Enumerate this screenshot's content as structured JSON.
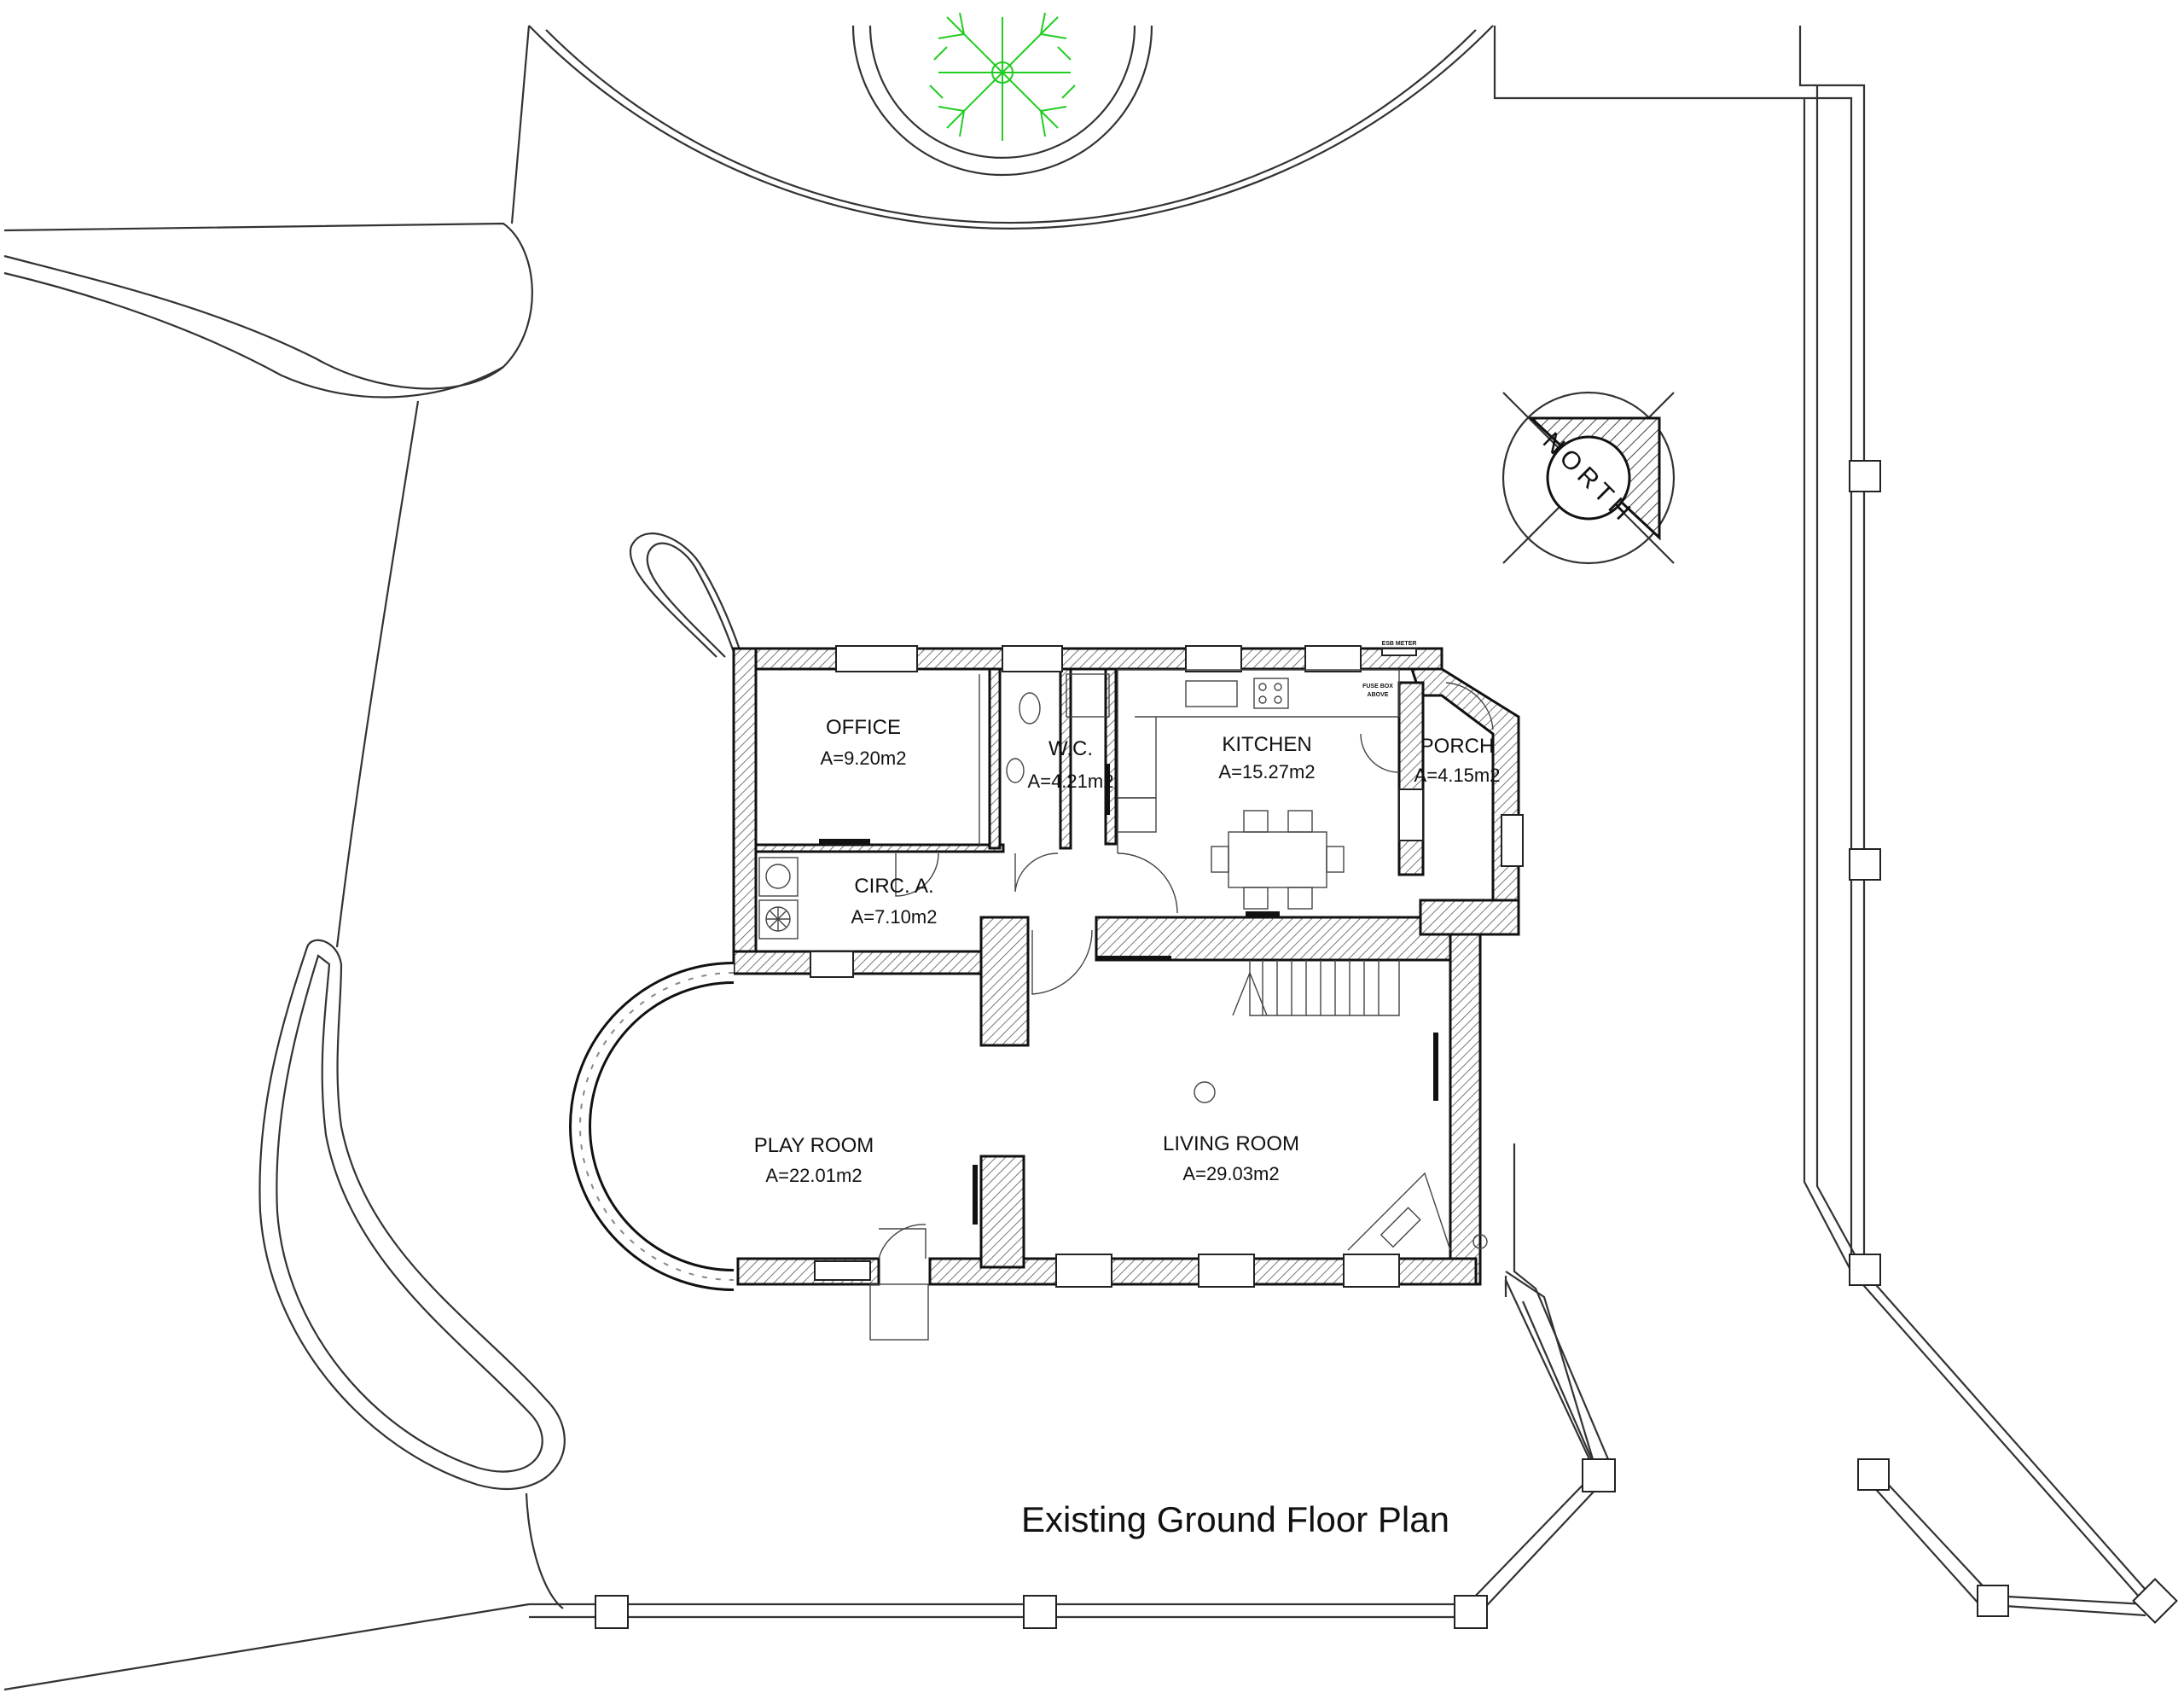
{
  "title": "Existing Ground Floor Plan",
  "north_label": "NORTH",
  "rooms": [
    {
      "name": "OFFICE",
      "area": "A=9.20m2"
    },
    {
      "name": "W.C.",
      "area": "A=4.21m2"
    },
    {
      "name": "KITCHEN",
      "area": "A=15.27m2"
    },
    {
      "name": "PORCH",
      "area": "A=4.15m2"
    },
    {
      "name": "CIRC. A.",
      "area": "A=7.10m2"
    },
    {
      "name": "PLAY ROOM",
      "area": "A=22.01m2"
    },
    {
      "name": "LIVING ROOM",
      "area": "A=29.03m2"
    }
  ],
  "notes": {
    "esb_meter": "ESB METER",
    "fuse_box_1": "FUSE BOX",
    "fuse_box_2": "ABOVE"
  },
  "colors": {
    "tree": "#22cc22",
    "lines": "#333333",
    "hatch": "#555555"
  }
}
